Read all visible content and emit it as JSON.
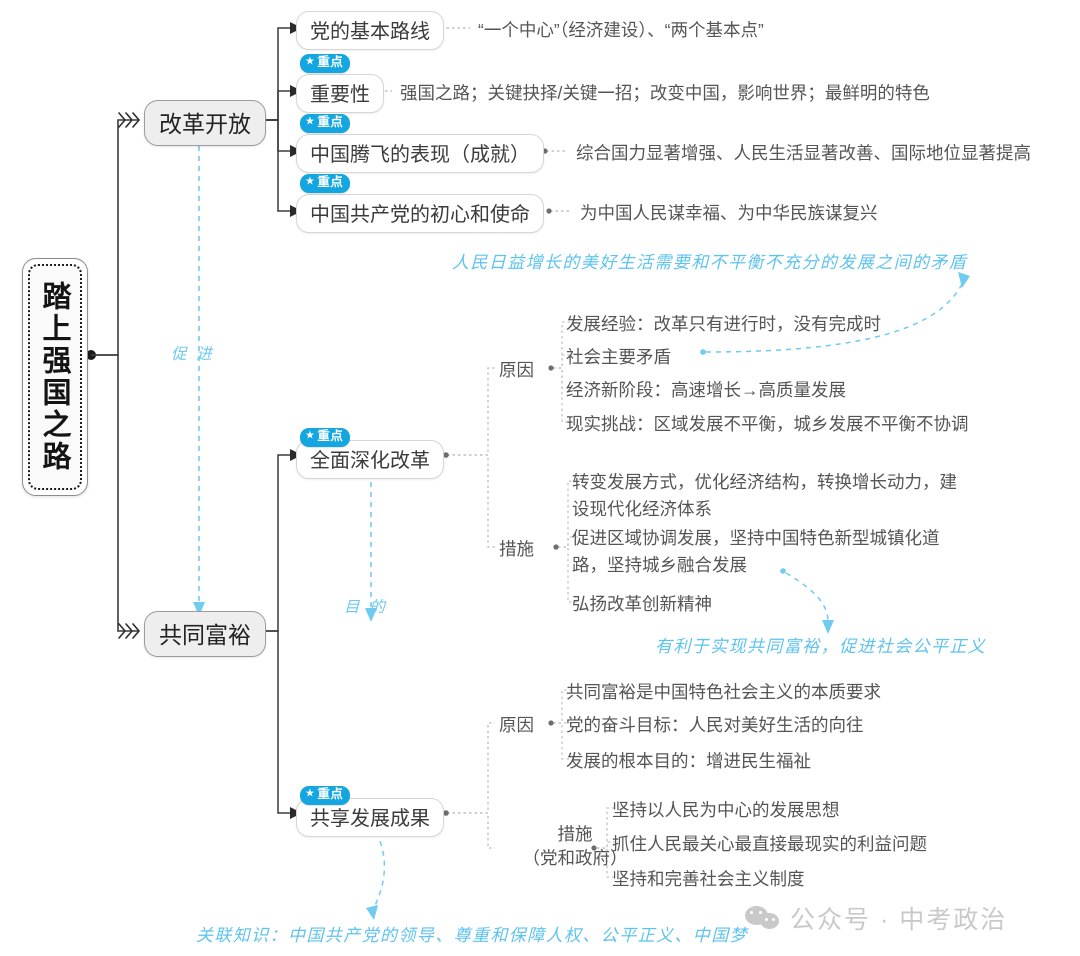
{
  "root": {
    "label": "踏上强国之路"
  },
  "badge": {
    "star": "★",
    "text": "重点"
  },
  "branch1": {
    "title": "改革开放",
    "children": [
      {
        "label": "党的基本路线",
        "key": false,
        "detail": "“一个中心”（经济建设）、“两个基本点”"
      },
      {
        "label": "重要性",
        "key": true,
        "detail": "强国之路；关键抉择/关键一招；改变中国，影响世界；最鲜明的特色"
      },
      {
        "label": "中国腾飞的表现（成就）",
        "key": true,
        "detail": "综合国力显著增强、人民生活显著改善、国际地位显著提高"
      },
      {
        "label": "中国共产党的初心和使命",
        "key": true,
        "detail": "为中国人民谋幸福、为中华民族谋复兴"
      }
    ]
  },
  "branch2": {
    "title": "共同富裕",
    "nodes": [
      {
        "label": "全面深化改革",
        "key": true,
        "groups": [
          {
            "name": "原因",
            "items": [
              "发展经验：改革只有进行时，没有完成时",
              "社会主要矛盾",
              "经济新阶段：高速增长→高质量发展",
              "现实挑战：区域发展不平衡，城乡发展不平衡不协调"
            ]
          },
          {
            "name": "措施",
            "items": [
              "转变发展方式，优化经济结构，转换增长动力，建设现代化经济体系",
              "促进区域协调发展，坚持中国特色新型城镇化道路，坚持城乡融合发展",
              "弘扬改革创新精神"
            ]
          }
        ]
      },
      {
        "label": "共享发展成果",
        "key": true,
        "groups": [
          {
            "name": "原因",
            "items": [
              "共同富裕是中国特色社会主义的本质要求",
              "党的奋斗目标：人民对美好生活的向往",
              "发展的根本目的：增进民生福祉"
            ]
          },
          {
            "name": "措施",
            "name2": "（党和政府）",
            "items": [
              "坚持以人民为中心的发展思想",
              "抓住人民最关心最直接最现实的利益问题",
              "坚持和完善社会主义制度"
            ]
          }
        ]
      }
    ]
  },
  "annotations": {
    "promote": "促 进",
    "purpose": "目 的",
    "contradiction": "人民日益增长的美好生活需要和不平衡不充分的发展之间的矛盾",
    "benefit": "有利于实现共同富裕，促进社会公平正义",
    "related": "关联知识：中国共产党的领导、尊重和保障人权、公平正义、中国梦"
  },
  "watermark": {
    "text": "公众号 · 中考政治"
  },
  "colors": {
    "accent": "#13a6e0",
    "hand": "#5ec3ee",
    "node_fill": "#eeeeee"
  }
}
